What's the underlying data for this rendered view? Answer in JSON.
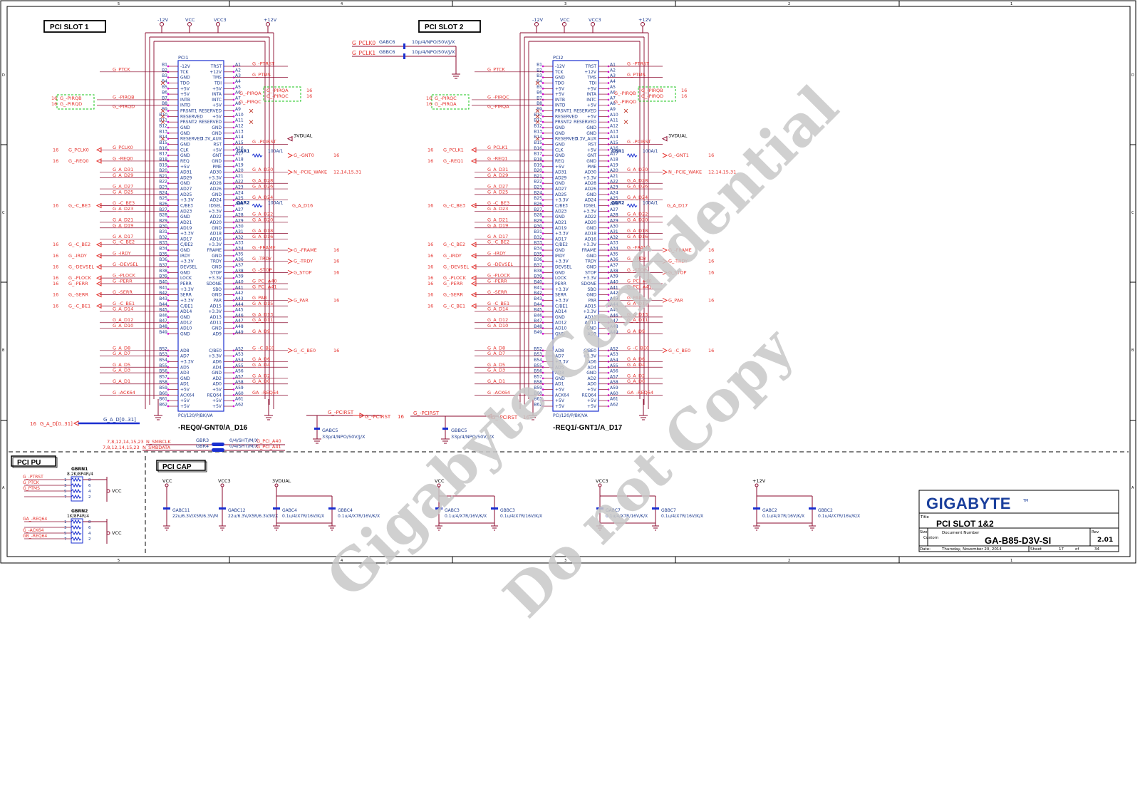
{
  "border": {
    "cols": [
      "5",
      "4",
      "3",
      "2",
      "1"
    ],
    "rows": [
      "D",
      "C",
      "B",
      "A"
    ]
  },
  "slots": [
    {
      "title": "PCI SLOT 1",
      "ref": "PCI1",
      "foot": "PCI/120/P/BK/VA",
      "caption": "-REQ0/-GNT0/A_D16",
      "rails": [
        "-12V",
        "VCC",
        "VCC3",
        "+12V"
      ],
      "resA": {
        "ref": "GAR1",
        "val": "100A/1",
        "net": "G_-GNT0",
        "sheet": "16"
      },
      "resB": {
        "ref": "GAR2",
        "val": "100A/1",
        "net": "G_A_D16"
      },
      "irq": [
        [
          "G_-PIRQB",
          "G_-PIRQD"
        ],
        [
          "G_-PIRQA",
          "G_-PIRQC"
        ]
      ],
      "clk": "G_PCLK0",
      "req": "G_-REQ0"
    },
    {
      "title": "PCI SLOT 2",
      "ref": "PCI2",
      "foot": "PCI/120/P/BK/VA",
      "caption": "-REQ1/-GNT1/A_D17",
      "rails": [
        "-12V",
        "VCC",
        "VCC3",
        "+12V"
      ],
      "resA": {
        "ref": "GBR1",
        "val": "100A/1",
        "net": "G_-GNT1",
        "sheet": "16"
      },
      "resB": {
        "ref": "GBR2",
        "val": "100A/1",
        "net": "G_A_D17"
      },
      "irq": [
        [
          "G_-PIRQC",
          "G_-PIRQA"
        ],
        [
          "G_-PIRQB",
          "G_-PIRQD"
        ]
      ],
      "clk": "G_PCLK1",
      "req": "G_-REQ1"
    }
  ],
  "pinsB": [
    [
      "B1",
      "-12V"
    ],
    [
      "B2",
      "TCK"
    ],
    [
      "B3",
      "GND"
    ],
    [
      "B4",
      "TDO"
    ],
    [
      "B5",
      "+5V"
    ],
    [
      "B6",
      "+5V"
    ],
    [
      "B7",
      "INTB"
    ],
    [
      "B8",
      "INTD"
    ],
    [
      "B9",
      "PRSNT1"
    ],
    [
      "B10",
      "RESERVED"
    ],
    [
      "B11",
      "PRSNT2"
    ],
    [
      "B12",
      "GND"
    ],
    [
      "B13",
      "GND"
    ],
    [
      "B14",
      "RESERVED"
    ],
    [
      "B15",
      "GND"
    ],
    [
      "B16",
      "CLK"
    ],
    [
      "B17",
      "GND"
    ],
    [
      "B18",
      "REQ"
    ],
    [
      "B19",
      "+5V"
    ],
    [
      "B20",
      "AD31"
    ],
    [
      "B21",
      "AD29"
    ],
    [
      "B22",
      "GND"
    ],
    [
      "B23",
      "AD27"
    ],
    [
      "B24",
      "AD25"
    ],
    [
      "B25",
      "+3.3V"
    ],
    [
      "B26",
      "C/BE3"
    ],
    [
      "B27",
      "AD23"
    ],
    [
      "B28",
      "GND"
    ],
    [
      "B29",
      "AD21"
    ],
    [
      "B30",
      "AD19"
    ],
    [
      "B31",
      "+3.3V"
    ],
    [
      "B32",
      "AD17"
    ],
    [
      "B33",
      "C/BE2"
    ],
    [
      "B34",
      "GND"
    ],
    [
      "B35",
      "IRDY"
    ],
    [
      "B36",
      "+3.3V"
    ],
    [
      "B37",
      "DEVSEL"
    ],
    [
      "B38",
      "GND"
    ],
    [
      "B39",
      "LOCK"
    ],
    [
      "B40",
      "PERR"
    ],
    [
      "B41",
      "+3.3V"
    ],
    [
      "B42",
      "SERR"
    ],
    [
      "B43",
      "+3.3V"
    ],
    [
      "B44",
      "C/BE1"
    ],
    [
      "B45",
      "AD14"
    ],
    [
      "B46",
      "GND"
    ],
    [
      "B47",
      "AD12"
    ],
    [
      "B48",
      "AD10"
    ],
    [
      "B49",
      "GND"
    ],
    [
      "B52",
      "AD8"
    ],
    [
      "B53",
      "AD7"
    ],
    [
      "B54",
      "+3.3V"
    ],
    [
      "B55",
      "AD5"
    ],
    [
      "B56",
      "AD3"
    ],
    [
      "B57",
      "GND"
    ],
    [
      "B58",
      "AD1"
    ],
    [
      "B59",
      "+5V"
    ],
    [
      "B60",
      "ACK64"
    ],
    [
      "B61",
      "+5V"
    ],
    [
      "B62",
      "+5V"
    ]
  ],
  "pinsA": [
    [
      "A1",
      "TRST"
    ],
    [
      "A2",
      "+12V"
    ],
    [
      "A3",
      "TMS"
    ],
    [
      "A4",
      "TDI"
    ],
    [
      "A5",
      "+5V"
    ],
    [
      "A6",
      "INTA"
    ],
    [
      "A7",
      "INTC"
    ],
    [
      "A8",
      "+5V"
    ],
    [
      "A9",
      "RESERVED"
    ],
    [
      "A10",
      "+5V"
    ],
    [
      "A11",
      "RESERVED"
    ],
    [
      "A12",
      "GND"
    ],
    [
      "A13",
      "GND"
    ],
    [
      "A14",
      "3.3V_AUX"
    ],
    [
      "A15",
      "RST"
    ],
    [
      "A16",
      "+5V"
    ],
    [
      "A17",
      "GNT"
    ],
    [
      "A18",
      "GND"
    ],
    [
      "A19",
      "PME"
    ],
    [
      "A20",
      "AD30"
    ],
    [
      "A21",
      "+3.3V"
    ],
    [
      "A22",
      "AD28"
    ],
    [
      "A23",
      "AD26"
    ],
    [
      "A24",
      "GND"
    ],
    [
      "A25",
      "AD24"
    ],
    [
      "A26",
      "IDSEL"
    ],
    [
      "A27",
      "+3.3V"
    ],
    [
      "A28",
      "AD22"
    ],
    [
      "A29",
      "AD20"
    ],
    [
      "A30",
      "GND"
    ],
    [
      "A31",
      "AD18"
    ],
    [
      "A32",
      "AD16"
    ],
    [
      "A33",
      "+3.3V"
    ],
    [
      "A34",
      "FRAME"
    ],
    [
      "A35",
      "GND"
    ],
    [
      "A36",
      "TRDY"
    ],
    [
      "A37",
      "GND"
    ],
    [
      "A38",
      "STOP"
    ],
    [
      "A39",
      "+3.3V"
    ],
    [
      "A40",
      "SDONE"
    ],
    [
      "A41",
      "SBO"
    ],
    [
      "A42",
      "GND"
    ],
    [
      "A43",
      "PAR"
    ],
    [
      "A44",
      "AD15"
    ],
    [
      "A45",
      "+3.3V"
    ],
    [
      "A46",
      "AD13"
    ],
    [
      "A47",
      "AD11"
    ],
    [
      "A48",
      "GND"
    ],
    [
      "A49",
      "AD9"
    ],
    [
      "A52",
      "C/BE0"
    ],
    [
      "A53",
      "+3.3V"
    ],
    [
      "A54",
      "AD6"
    ],
    [
      "A55",
      "AD4"
    ],
    [
      "A56",
      "GND"
    ],
    [
      "A57",
      "AD2"
    ],
    [
      "A58",
      "AD0"
    ],
    [
      "A59",
      "+5V"
    ],
    [
      "A60",
      "REQ64"
    ],
    [
      "A61",
      "+5V"
    ],
    [
      "A62",
      "+5V"
    ]
  ],
  "netsA": [
    [
      "A1",
      "G_-PTRST"
    ],
    [
      "A3",
      "G_PTMS"
    ],
    [
      "A15",
      "G_-PCIRST"
    ],
    [
      "A20",
      "G_A_D30"
    ],
    [
      "A22",
      "G_A_D28"
    ],
    [
      "A23",
      "G_A_D26"
    ],
    [
      "A25",
      "G_A_D24"
    ],
    [
      "A28",
      "G_A_D22"
    ],
    [
      "A29",
      "G_A_D20"
    ],
    [
      "A31",
      "G_A_D18"
    ],
    [
      "A32",
      "G_A_D16"
    ],
    [
      "A34",
      "G_-FRAME"
    ],
    [
      "A36",
      "G_-TRDY"
    ],
    [
      "A38",
      "G_-STOP"
    ],
    [
      "A40",
      "G_PCI_A40"
    ],
    [
      "A41",
      "G_PCI_A41"
    ],
    [
      "A43",
      "G_PAR"
    ],
    [
      "A44",
      "G_A_D15"
    ],
    [
      "A46",
      "G_A_D13"
    ],
    [
      "A47",
      "G_A_D11"
    ],
    [
      "A49",
      "G_A_D9"
    ],
    [
      "A52",
      "G_-C_BE0"
    ],
    [
      "A54",
      "G_A_D6"
    ],
    [
      "A55",
      "G_A_D4"
    ],
    [
      "A57",
      "G_A_D2"
    ],
    [
      "A58",
      "G_A_D0"
    ],
    [
      "A60",
      "GA_-REQ64"
    ]
  ],
  "netsB": [
    [
      "B2",
      "G_PTCK"
    ],
    [
      "B16",
      "G_PCLK0"
    ],
    [
      "B18",
      "G_-REQ0"
    ],
    [
      "B20",
      "G_A_D31"
    ],
    [
      "B21",
      "G_A_D29"
    ],
    [
      "B23",
      "G_A_D27"
    ],
    [
      "B24",
      "G_A_D25"
    ],
    [
      "B26",
      "G_-C_BE3"
    ],
    [
      "B27",
      "G_A_D23"
    ],
    [
      "B29",
      "G_A_D21"
    ],
    [
      "B30",
      "G_A_D19"
    ],
    [
      "B32",
      "G_A_D17"
    ],
    [
      "B33",
      "G_-C_BE2"
    ],
    [
      "B35",
      "G_-IRDY"
    ],
    [
      "B37",
      "G_-DEVSEL"
    ],
    [
      "B39",
      "G_-PLOCK"
    ],
    [
      "B40",
      "G_-PERR"
    ],
    [
      "B42",
      "G_-SERR"
    ],
    [
      "B44",
      "G_-C_BE1"
    ],
    [
      "B45",
      "G_A_D14"
    ],
    [
      "B47",
      "G_A_D12"
    ],
    [
      "B48",
      "G_A_D10"
    ],
    [
      "B52",
      "G_A_D8"
    ],
    [
      "B53",
      "G_A_D7"
    ],
    [
      "B55",
      "G_A_D5"
    ],
    [
      "B56",
      "G_A_D3"
    ],
    [
      "B58",
      "G_A_D1"
    ],
    [
      "B60",
      "G_-ACK64"
    ]
  ],
  "ports": {
    "left": [
      [
        "B16",
        "G_PCLK0",
        "16"
      ],
      [
        "B18",
        "G_-REQ0",
        "16"
      ],
      [
        "B26",
        "G_-C_BE3",
        "16"
      ],
      [
        "B33",
        "G_-C_BE2",
        "16"
      ],
      [
        "B35",
        "G_-IRDY",
        "16"
      ],
      [
        "B37",
        "G_-DEVSEL",
        "16"
      ],
      [
        "B39",
        "G_-PLOCK",
        "16"
      ],
      [
        "B40",
        "G_-PERR",
        "16"
      ],
      [
        "B42",
        "G_-SERR",
        "16"
      ],
      [
        "B44",
        "G_-C_BE1",
        "16"
      ]
    ],
    "right": [
      [
        "A34",
        "G_-FRAME",
        "16"
      ],
      [
        "A36",
        "G_-TRDY",
        "16"
      ],
      [
        "A38",
        "G_STOP",
        "16"
      ],
      [
        "A43",
        "G_PAR",
        "16"
      ],
      [
        "A52",
        "G_-C_BE0",
        "16"
      ],
      [
        "A20",
        "N_-PCIE_WAKE",
        "12,14,15,31"
      ],
      [
        "A17",
        "G_-GNT0",
        "16"
      ]
    ]
  },
  "clock_caps": [
    {
      "net": "G_PCLK0",
      "ref": "GABC6",
      "val": "10p/4/NPO/50V/J/X"
    },
    {
      "net": "G_PCLK1",
      "ref": "GBBC6",
      "val": "10p/4/NPO/50V/J/X"
    }
  ],
  "rst_caps": [
    {
      "net": "G_-PCIRST",
      "ref": "GABC5",
      "val": "33p/4/NPO/50V/J/X",
      "sheet": "16"
    },
    {
      "net": "G_-PCIRST",
      "ref": "GBBC5",
      "val": "33p/4/NPO/50V/J/X",
      "sheet": "16"
    }
  ],
  "misc": {
    "bus": {
      "sheet": "16",
      "net": "G_A_D[0..31]",
      "label": "G_A_D[0..31]"
    },
    "smb": [
      {
        "sheet": "7,8,12,14,15,23",
        "net": "N_SMBCLK",
        "ref": "GBR3",
        "val": "0/4/SHT/M/X",
        "out": "G_PCI_A40"
      },
      {
        "sheet": "7,8,12,14,15,23",
        "net": "N_SMBDATA",
        "ref": "GBR4",
        "val": "0/4/SHT/M/X",
        "out": "G_PCI_A41"
      }
    ],
    "threevdual": "3VDUAL"
  },
  "pci_pu": {
    "title": "PCI PU",
    "rn1": {
      "ref": "GBRN1",
      "val": "8.2K/8P4R/4",
      "nets": [
        "G_-PTRST",
        "G_PTCK",
        "G_PTMS",
        ""
      ],
      "vcc": "VCC"
    },
    "rn2": {
      "ref": "GBRN2",
      "val": "1K/8P4R/4",
      "nets": [
        "GA_-REQ64",
        "",
        "G_-ACK64",
        "GB_-REQ64"
      ],
      "vcc": "VCC"
    }
  },
  "pci_cap": {
    "title": "PCI CAP",
    "groups": [
      {
        "rail": "VCC",
        "caps": [
          {
            "ref": "GABC11",
            "val": "22u/6.3V/X5R/6.3V/M"
          }
        ]
      },
      {
        "rail": "VCC3",
        "caps": [
          {
            "ref": "GABC12",
            "val": "22u/6.3V/X5R/6.3V/M/X"
          }
        ]
      },
      {
        "rail": "3VDUAL",
        "caps": [
          {
            "ref": "GABC4",
            "val": "0.1u/4/X7R/16V/K/X"
          },
          {
            "ref": "GBBC4",
            "val": "0.1u/4/X7R/16V/K/X"
          }
        ]
      },
      {
        "rail": "VCC",
        "caps": [
          {
            "ref": "GABC3",
            "val": "0.1u/4/X7R/16V/K/X"
          },
          {
            "ref": "GBBC3",
            "val": "0.1u/4/X7R/16V/K/X"
          }
        ]
      },
      {
        "rail": "VCC3",
        "caps": [
          {
            "ref": "GABC7",
            "val": "0.1u/4/X7R/16V/K/X"
          },
          {
            "ref": "GBBC7",
            "val": "0.1u/4/X7R/16V/K/X"
          }
        ]
      },
      {
        "rail": "+12V",
        "caps": [
          {
            "ref": "GABC2",
            "val": "0.1u/4/X7R/16V/K/X"
          },
          {
            "ref": "GBBC2",
            "val": "0.1u/4/X7R/16V/K/X"
          }
        ]
      }
    ]
  },
  "titleblock": {
    "logo": "GIGABYTE",
    "tm": "TM",
    "title_label": "Title",
    "title": "PCI SLOT 1&2",
    "size_label": "Size",
    "size": "Custom",
    "docnum_label": "Document Number",
    "docnum": "GA-B85-D3V-SI",
    "rev_label": "Rev",
    "rev": "2.01",
    "date_label": "Date:",
    "date": "Thursday, November 20, 2014",
    "sheet_label": "Sheet",
    "sheet": "17",
    "of_label": "of",
    "total": "34"
  },
  "watermark": [
    "Gigabyte Confidential",
    "Do not Copy"
  ],
  "colors": {
    "wire": "#8b0a2e",
    "net": "#e5322d",
    "text": "#1c3a8e",
    "pin": "#d400d4",
    "ground": "#8b0a2e",
    "green": "#19c419",
    "blue": "#1a2fd0",
    "frame": "#000000"
  }
}
